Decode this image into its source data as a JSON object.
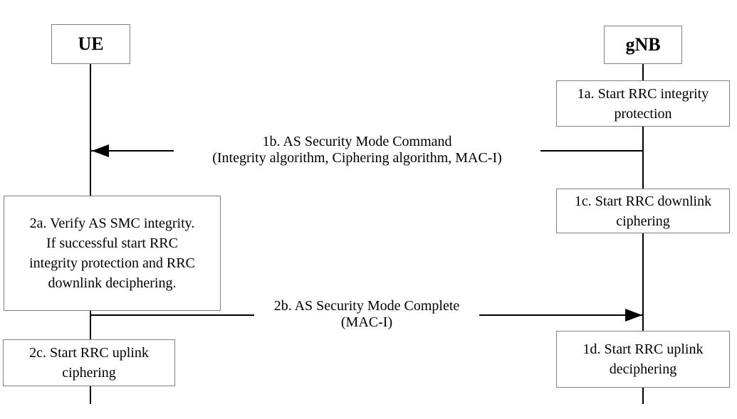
{
  "colors": {
    "background": "#ffffff",
    "box_border": "#808080",
    "line": "#000000",
    "text": "#000000"
  },
  "actors": [
    {
      "id": "ue",
      "label": "UE"
    },
    {
      "id": "gnb",
      "label": "gNB"
    }
  ],
  "action_boxes": [
    {
      "id": "1a",
      "lifeline": "gnb",
      "text": "1a. Start RRC integrity\nprotection"
    },
    {
      "id": "1c",
      "lifeline": "gnb",
      "text": "1c. Start RRC downlink\nciphering"
    },
    {
      "id": "2a",
      "lifeline": "ue",
      "text": "2a. Verify AS SMC integrity.\nIf successful start RRC\nintegrity protection and RRC\ndownlink deciphering."
    },
    {
      "id": "2c",
      "lifeline": "ue",
      "text": "2c. Start RRC uplink\nciphering"
    },
    {
      "id": "1d",
      "lifeline": "gnb",
      "text": "1d. Start RRC uplink\ndeciphering"
    }
  ],
  "messages": [
    {
      "id": "1b",
      "from": "gNB",
      "to": "UE",
      "direction": "left",
      "label": "1b. AS Security Mode Command\n(Integrity algorithm, Ciphering algorithm, MAC-I)"
    },
    {
      "id": "2b",
      "from": "UE",
      "to": "gNB",
      "direction": "right",
      "label": "2b. AS Security Mode Complete\n(MAC-I)"
    }
  ]
}
